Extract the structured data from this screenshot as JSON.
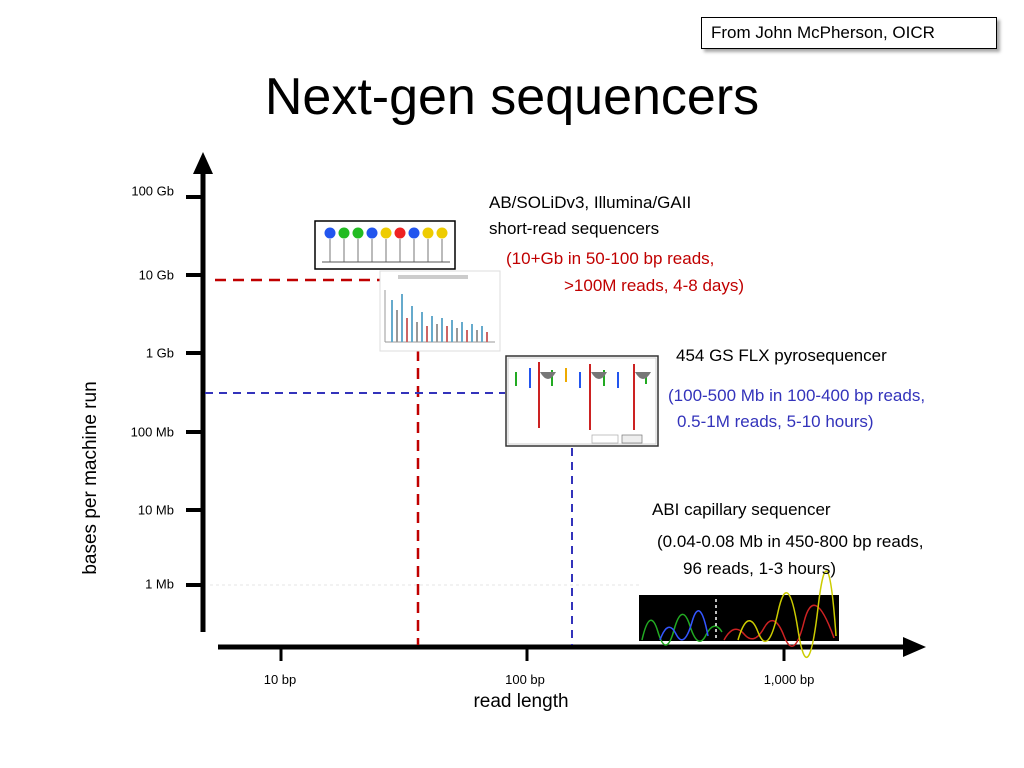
{
  "credit": "From John McPherson, OICR",
  "title": "Next-gen sequencers",
  "axes": {
    "ylabel": "bases per machine run",
    "xlabel": "read length",
    "yticks": [
      "100 Gb",
      "10 Gb",
      "1 Gb",
      "100 Mb",
      "10 Mb",
      "1 Mb"
    ],
    "xticks": [
      "10 bp",
      "100 bp",
      "1,000 bp"
    ]
  },
  "annotations": {
    "short_read": {
      "line1": "AB/SOLiDv3, Illumina/GAII",
      "line2": "short-read sequencers",
      "detail1": "(10+Gb in 50-100 bp reads,",
      "detail2": ">100M reads, 4-8 days)"
    },
    "pyro": {
      "line1": "454 GS FLX pyrosequencer",
      "detail1": "(100-500 Mb in 100-400 bp reads,",
      "detail2": "0.5-1M reads, 5-10 hours)"
    },
    "capillary": {
      "line1": "ABI capillary sequencer",
      "detail1": "(0.04-0.08 Mb in 450-800 bp reads,",
      "detail2": "96 reads, 1-3 hours)"
    }
  },
  "colors": {
    "short_read": "#c00000",
    "pyro": "#3333bb"
  }
}
